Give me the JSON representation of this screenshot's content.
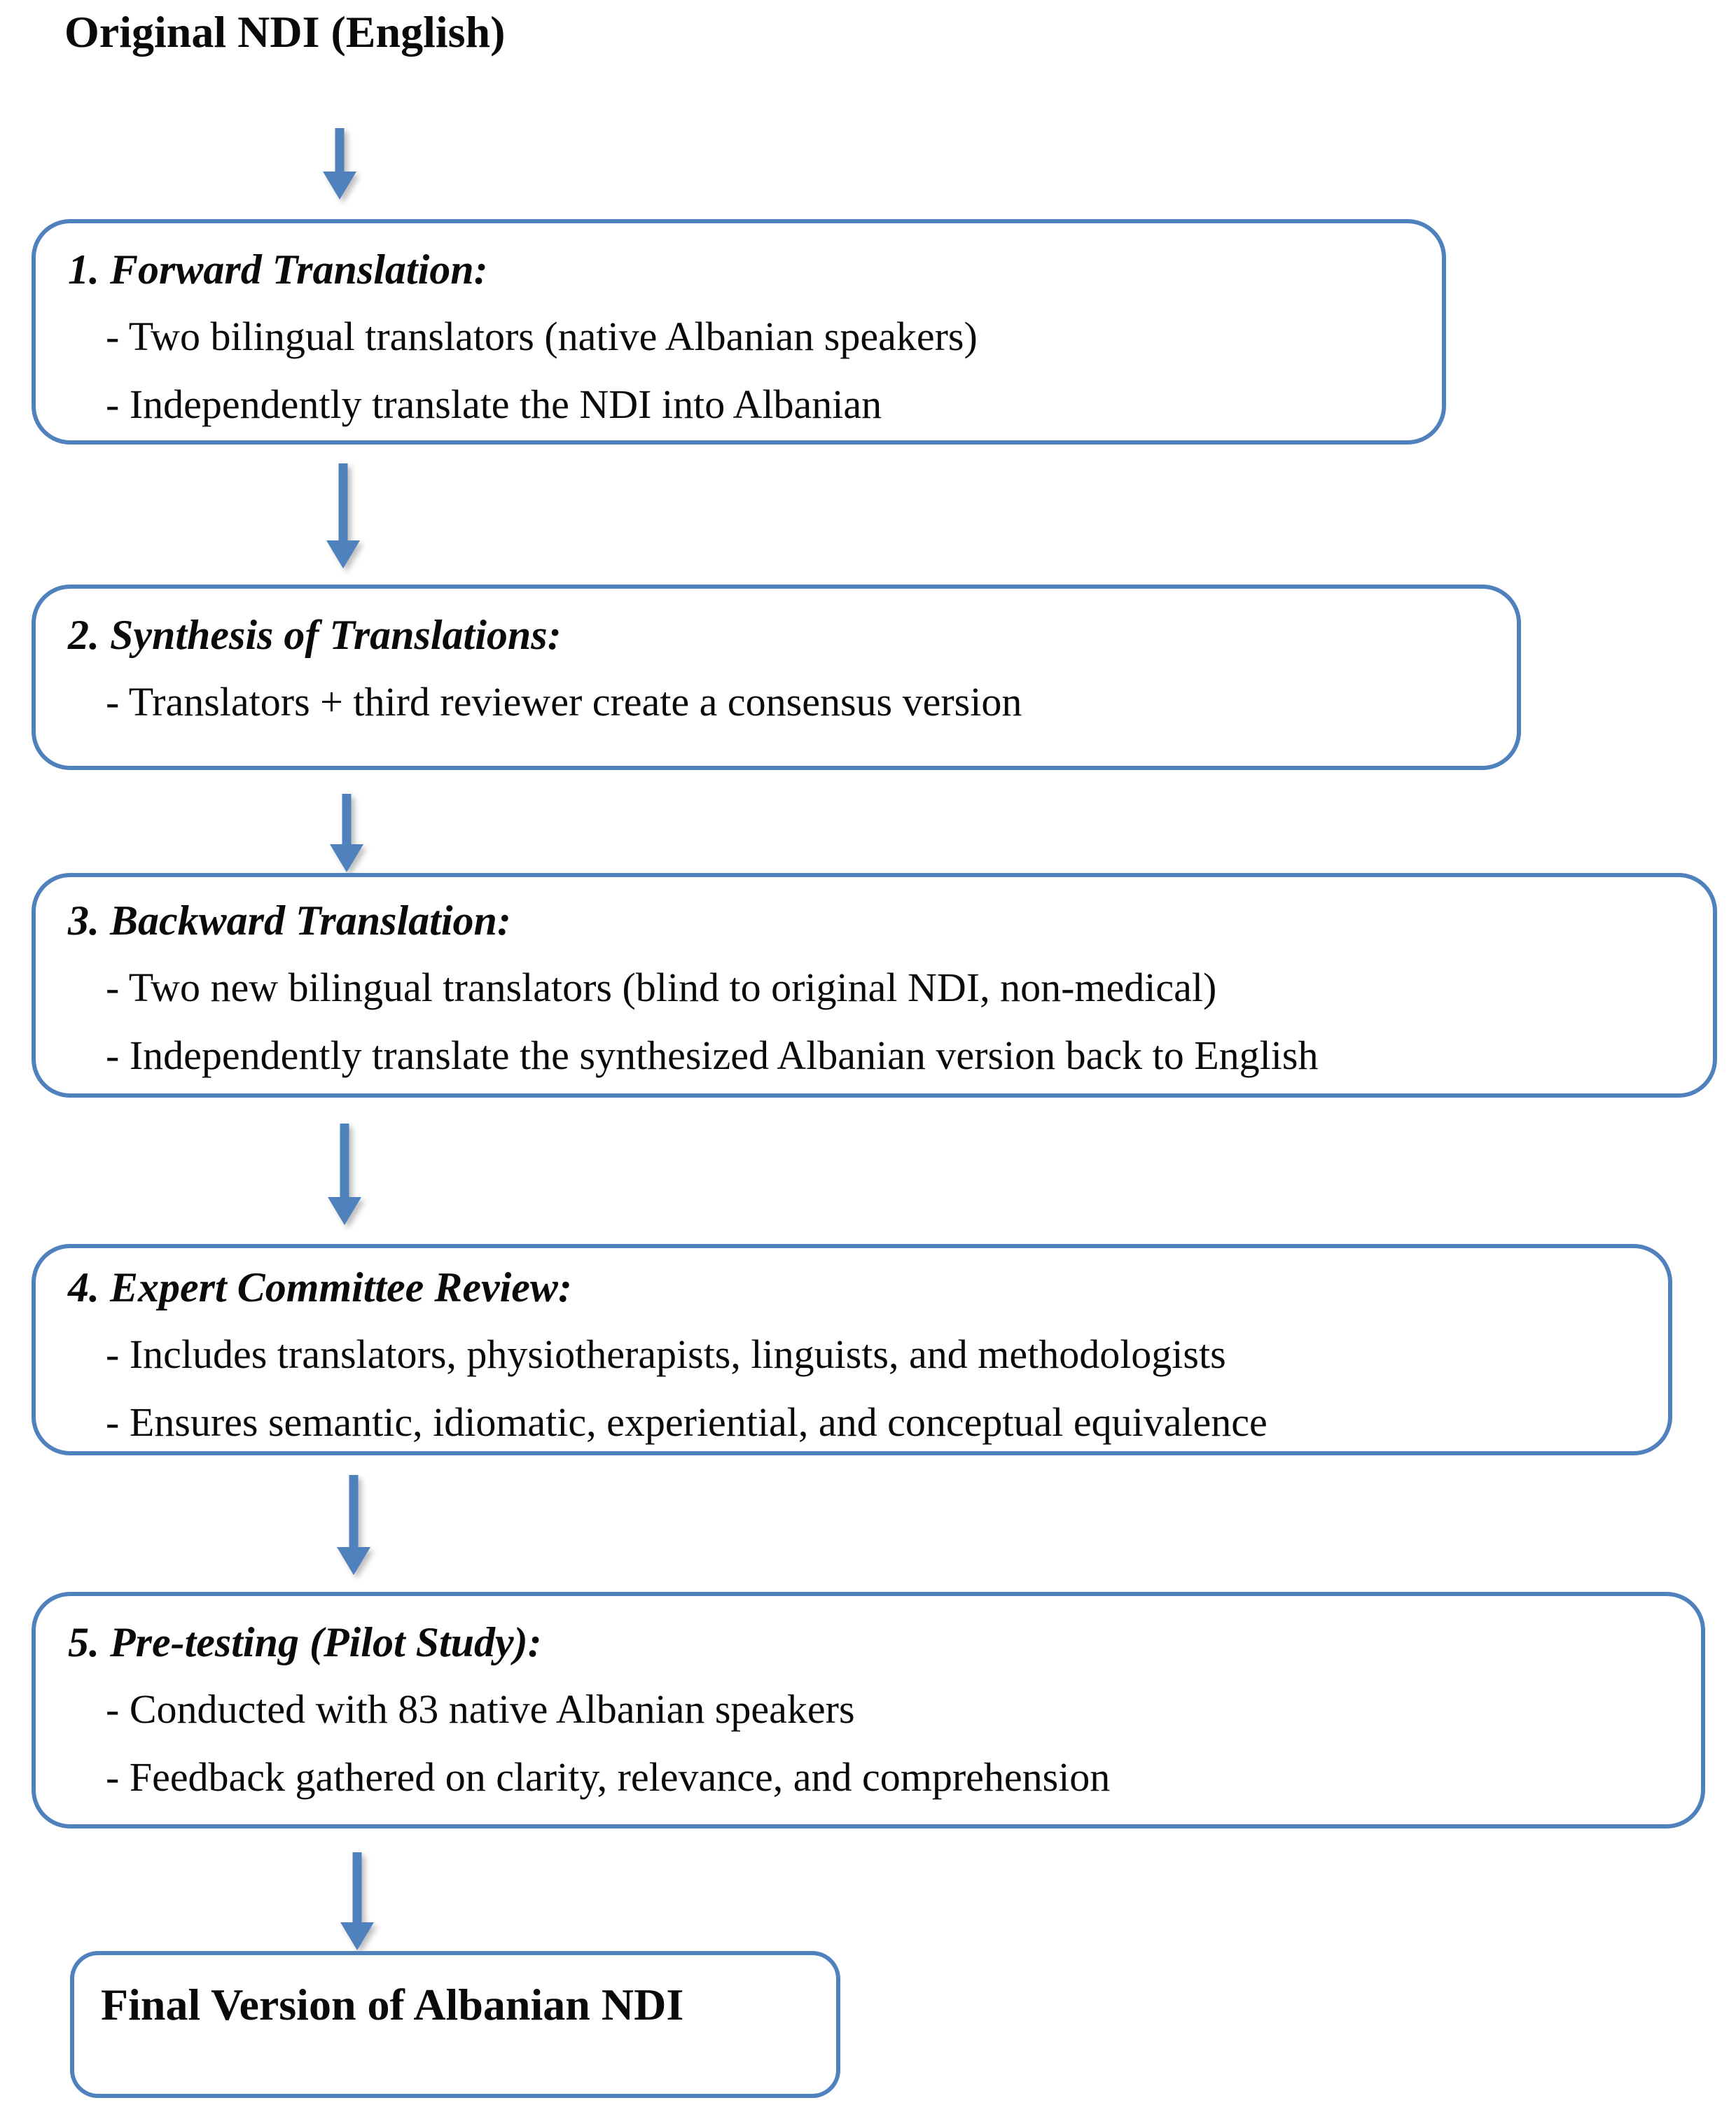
{
  "diagram": {
    "source_label": "Original NDI (English)",
    "final_label": "Final Version of Albanian NDI",
    "accent_color": "#4f81bd",
    "text_color": "#0a0a0a",
    "icons": {
      "flow_arrow": "down-arrow"
    },
    "steps": [
      {
        "title": "1. Forward Translation:",
        "bullets": [
          "- Two bilingual translators (native Albanian speakers)",
          "- Independently translate the NDI into Albanian"
        ]
      },
      {
        "title": "2. Synthesis of Translations:",
        "bullets": [
          "- Translators + third reviewer create a consensus version"
        ]
      },
      {
        "title": "3. Backward Translation:",
        "bullets": [
          "- Two new bilingual translators (blind to original NDI, non-medical)",
          "- Independently translate the synthesized Albanian version back to English"
        ]
      },
      {
        "title": "4. Expert Committee Review:",
        "bullets": [
          "- Includes translators, physiotherapists, linguists, and methodologists",
          "- Ensures semantic, idiomatic, experiential, and conceptual equivalence"
        ]
      },
      {
        "title": "5. Pre-testing (Pilot Study):",
        "bullets": [
          "- Conducted with 83 native Albanian speakers",
          "- Feedback gathered on clarity, relevance, and comprehension"
        ]
      }
    ]
  }
}
